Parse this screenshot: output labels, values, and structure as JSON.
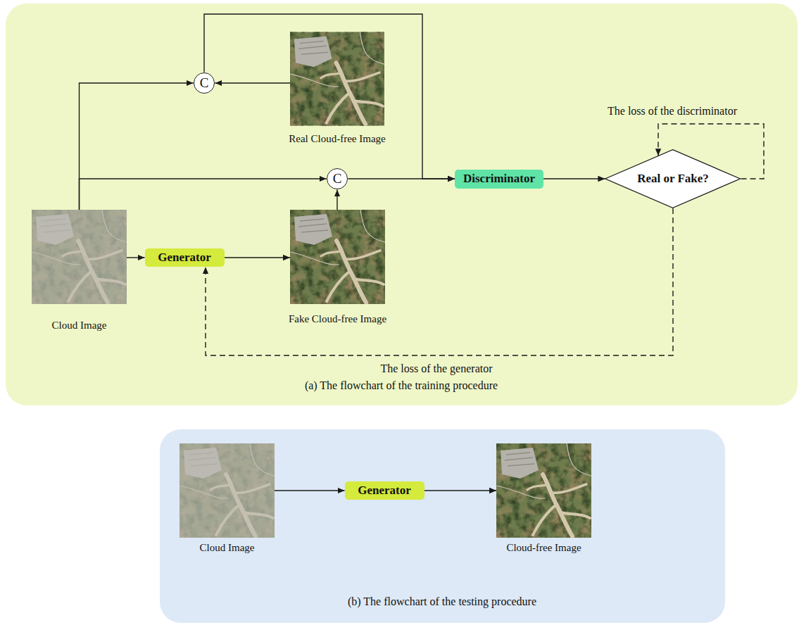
{
  "diagram": {
    "nodes": [
      {
        "text": [
          "(a) The flowchart of the training procedure"
        ]
      },
      {
        "text": [
          "C"
        ],
        "in": 0
      },
      {
        "text": [
          "Real Cloud-free Image"
        ],
        "in": 0
      },
      {
        "text": [
          "C"
        ],
        "in": 0
      },
      {
        "text": [
          "Discriminator"
        ],
        "in": 0
      },
      {
        "text": [
          "Real or Fake?"
        ],
        "in": 0
      },
      {
        "text": [
          "Cloud Image"
        ],
        "in": 0
      },
      {
        "text": [
          "Generator"
        ],
        "in": 0
      },
      {
        "text": [
          "Fake Cloud-free Image"
        ],
        "in": 0
      },
      {
        "text": [
          "(b) The flowchart of the testing procedure"
        ]
      },
      {
        "text": [
          "Cloud Image"
        ],
        "in": 9
      },
      {
        "text": [
          "Generator"
        ],
        "in": 9
      },
      {
        "text": [
          "Cloud-free Image"
        ],
        "in": 9
      }
    ],
    "edges": [
      {
        "from": 6,
        "to": 1,
        "arrow": "to"
      },
      {
        "from": 6,
        "to": 3,
        "arrow": "to"
      },
      {
        "from": 2,
        "to": 1,
        "arrow": "to"
      },
      {
        "from": 8,
        "to": 3,
        "arrow": "to"
      },
      {
        "from": 1,
        "to": 4,
        "arrow": "to"
      },
      {
        "from": 3,
        "to": 4,
        "arrow": "to"
      },
      {
        "from": 4,
        "to": 5,
        "arrow": "to"
      },
      {
        "from": 5,
        "to": 5,
        "label": "The loss of the discriminator",
        "arrow": "to"
      },
      {
        "from": 5,
        "to": 7,
        "label": "The loss of the generator",
        "arrow": "to"
      },
      {
        "from": 6,
        "to": 7,
        "arrow": "to"
      },
      {
        "from": 7,
        "to": 8,
        "arrow": "to"
      },
      {
        "from": 10,
        "to": 11,
        "arrow": "to"
      },
      {
        "from": 11,
        "to": 12,
        "arrow": "to"
      }
    ]
  }
}
